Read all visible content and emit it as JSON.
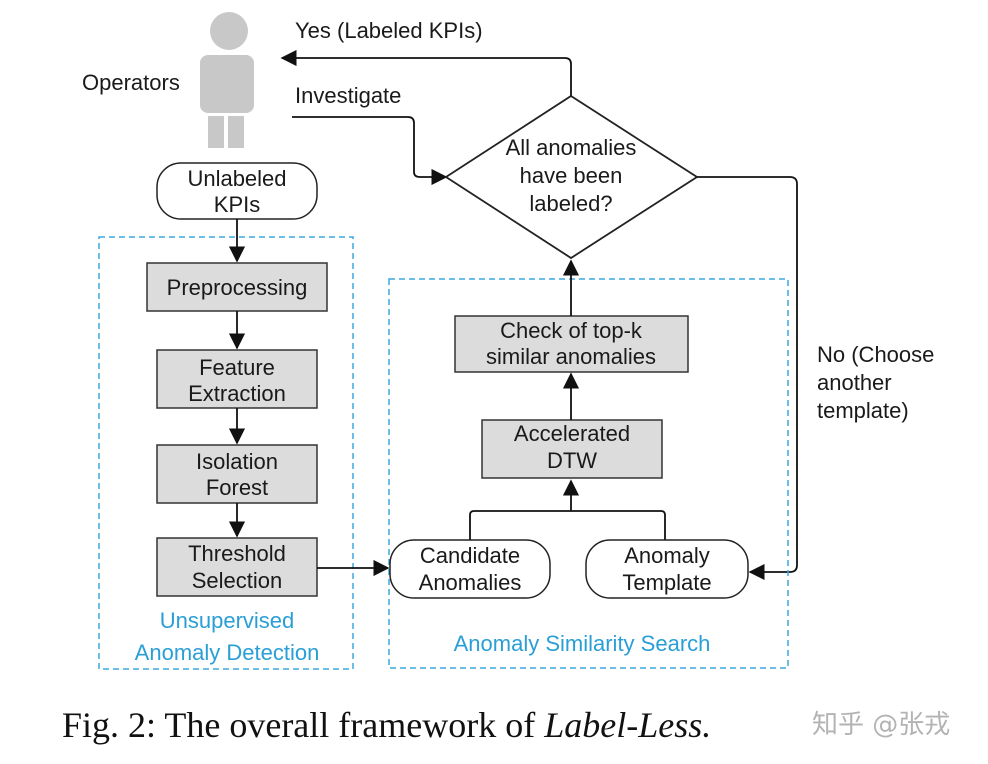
{
  "operators": {
    "label": "Operators"
  },
  "top_arrows": {
    "yes_label": "Yes (Labeled KPIs)",
    "investigate_label": "Investigate"
  },
  "decision": {
    "line1": "All anomalies",
    "line2": "have been",
    "line3": "labeled?"
  },
  "no_label": {
    "line1": "No (Choose",
    "line2": "another",
    "line3": "template)"
  },
  "unlabeled_kpis": {
    "line1": "Unlabeled",
    "line2": "KPIs"
  },
  "left_pipeline": {
    "preprocessing": "Preprocessing",
    "feature_line1": "Feature",
    "feature_line2": "Extraction",
    "isolation_line1": "Isolation",
    "isolation_line2": "Forest",
    "threshold_line1": "Threshold",
    "threshold_line2": "Selection",
    "group_label_line1": "Unsupervised",
    "group_label_line2": "Anomaly Detection"
  },
  "right_pipeline": {
    "check_line1": "Check of top-k",
    "check_line2": "similar anomalies",
    "dtw_line1": "Accelerated",
    "dtw_line2": "DTW",
    "candidate_line1": "Candidate",
    "candidate_line2": "Anomalies",
    "template_line1": "Anomaly",
    "template_line2": "Template",
    "group_label": "Anomaly Similarity Search"
  },
  "caption": {
    "prefix": "Fig. 2: The overall framework of ",
    "italic": "Label-Less."
  },
  "watermark": "知乎 @张戎",
  "colors": {
    "accent_blue": "#3ba9de",
    "box_gray": "#dcdcdc",
    "person_gray": "#c8c8c8"
  }
}
